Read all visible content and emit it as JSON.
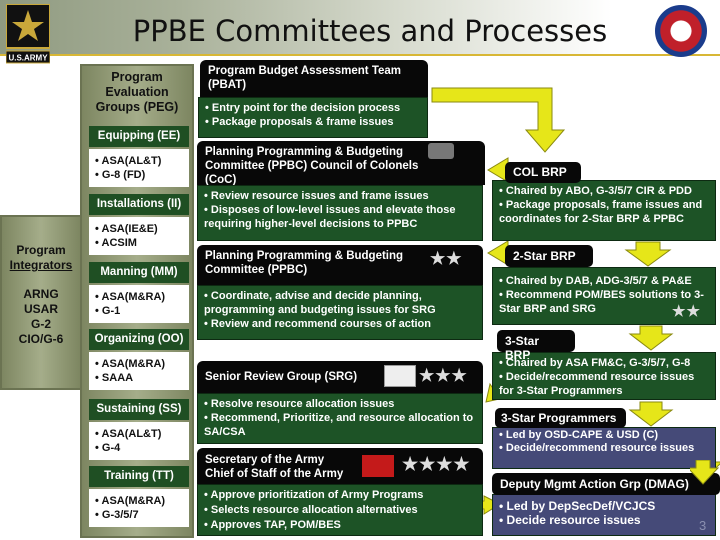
{
  "header": {
    "title": "PPBE Committees and Processes",
    "logo_text": "U.S.ARMY"
  },
  "program_integrators": {
    "title": "Program",
    "title2": "Integrators",
    "members": [
      "ARNG",
      "USAR",
      "G-2",
      "CIO/G-6"
    ]
  },
  "peg": {
    "title": "Program Evaluation Groups (PEG)",
    "groups": [
      {
        "name": "Equipping (EE)",
        "members": [
          "• ASA(AL&T)",
          "• G-8 (FD)"
        ]
      },
      {
        "name": "Installations (II)",
        "members": [
          "• ASA(IE&E)",
          "• ACSIM"
        ]
      },
      {
        "name": "Manning (MM)",
        "members": [
          "• ASA(M&RA)",
          "• G-1"
        ]
      },
      {
        "name": "Organizing (OO)",
        "members": [
          "• ASA(M&RA)",
          "• SAAA"
        ]
      },
      {
        "name": "Sustaining (SS)",
        "members": [
          "• ASA(AL&T)",
          "• G-4"
        ]
      },
      {
        "name": "Training (TT)",
        "members": [
          "• ASA(M&RA)",
          "• G-3/5/7"
        ]
      }
    ]
  },
  "committees": [
    {
      "title": "Program Budget Assessment Team (PBAT)",
      "items": [
        "• Entry point for the decision process",
        "• Package proposals & frame issues"
      ]
    },
    {
      "title": "Planning Programming & Budgeting Committee (PPBC) Council of Colonels (CoC)",
      "items": [
        "•  Review resource issues and  frame issues",
        "•  Disposes of low-level issues and elevate those requiring higher-level decisions to PPBC"
      ]
    },
    {
      "title": "Planning Programming & Budgeting Committee (PPBC)",
      "items": [
        "•  Coordinate, advise and decide planning, programming and budgeting issues for SRG",
        "•  Review and recommend courses of action"
      ]
    },
    {
      "title": "Senior Review Group (SRG)",
      "items": [
        "• Resolve resource allocation  issues",
        "• Recommend, Prioritize, and resource allocation to SA/CSA"
      ]
    },
    {
      "title": "Secretary of the Army",
      "title2": "Chief of Staff of the Army",
      "items": [
        "•  Approve prioritization of Army Programs",
        "• Selects resource allocation alternatives",
        "• Approves TAP, POM/BES"
      ]
    }
  ],
  "boards": [
    {
      "title": "COL BRP",
      "items": [
        "• Chaired by ABO, G-3/5/7 CIR & PDD",
        "• Package proposals, frame issues and coordinates for 2-Star BRP & PPBC"
      ]
    },
    {
      "title": "2-Star BRP",
      "items": [
        "• Chaired by DAB, ADG-3/5/7 & PA&E",
        "• Recommend POM/BES solutions to 3-Star BRP and SRG"
      ]
    },
    {
      "title": "3-Star BRP",
      "items": [
        "• Chaired by ASA FM&C, G-3/5/7, G-8",
        "• Decide/recommend resource issues for 3-Star Programmers"
      ]
    },
    {
      "title": "3-Star Programmers",
      "items": [
        "•  Led by OSD-CAPE & USD (C)",
        "•  Decide/recommend resource issues"
      ]
    },
    {
      "title": "Deputy Mgmt Action Grp (DMAG)",
      "items": [
        "•  Led by DepSecDef/VCJCS",
        "•  Decide resource issues"
      ]
    }
  ],
  "stars": {
    "two": "★★",
    "three": "★★★",
    "four": "★★★★"
  },
  "colors": {
    "green": "#1d5326",
    "purple": "#454a78",
    "arrow": "#e8e81a",
    "olive": "#a5ad8a"
  },
  "page_number": "3"
}
